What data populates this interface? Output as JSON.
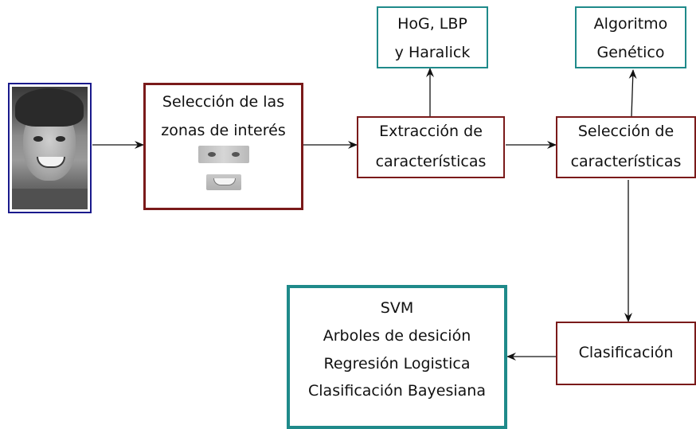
{
  "nodes": {
    "zones": {
      "line1": "Selección de las",
      "line2": "zonas de interés"
    },
    "extraction": {
      "line1": "Extracción de",
      "line2": "características"
    },
    "selection": {
      "line1": "Selección de",
      "line2": "características"
    },
    "features": {
      "line1": "HoG, LBP",
      "line2": "y Haralick"
    },
    "genetic": {
      "line1": "Algoritmo",
      "line2": "Genético"
    },
    "classification": {
      "label": "Clasificación"
    },
    "methods": {
      "items": [
        "SVM",
        "Arboles de desición",
        "Regresión Logistica",
        "Clasificación Bayesiana"
      ]
    }
  },
  "colors": {
    "maroon": "#7a1a1a",
    "teal": "#1f8a8a",
    "navy": "#1a1a8c",
    "arrow": "#111111"
  }
}
